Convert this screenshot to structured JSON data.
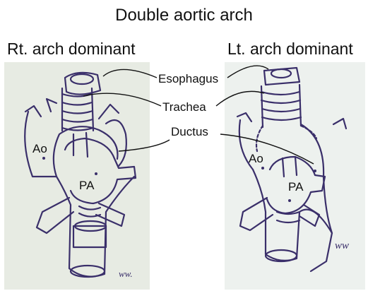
{
  "title": "Double aortic arch",
  "panels": {
    "left": {
      "subtitle": "Rt. arch dominant",
      "ao": "Ao",
      "pa": "PA",
      "signature": "ww."
    },
    "right": {
      "subtitle": "Lt. arch dominant",
      "ao": "Ao",
      "pa": "PA",
      "signature": "ww"
    }
  },
  "callouts": {
    "esophagus": "Esophagus",
    "trachea": "Trachea",
    "ductus": "Ductus"
  },
  "colors": {
    "ink": "#3a2f6a",
    "paper_left": "#e7ebe3",
    "paper_right": "#edf1ee"
  }
}
